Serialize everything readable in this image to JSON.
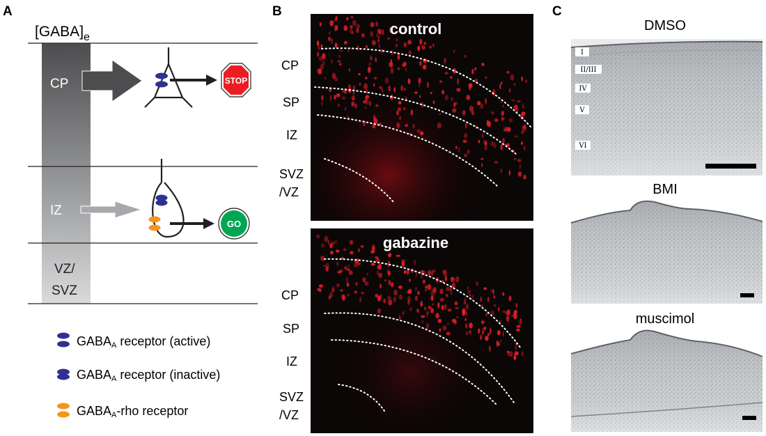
{
  "panel_a": {
    "letter": "A",
    "gaba_label": "[GABA]",
    "gaba_sub": "e",
    "zones": [
      "CP",
      "IZ",
      "VZ/",
      "SVZ"
    ],
    "stop_label": "STOP",
    "go_label": "GO",
    "legend": [
      {
        "main": "GABA",
        "sub": "A",
        "rest": " receptor (active)"
      },
      {
        "main": "GABA",
        "sub": "A",
        "rest": " receptor (inactive)"
      },
      {
        "main": "GABA",
        "sub": "A",
        "rest": "-rho receptor"
      }
    ]
  },
  "panel_b": {
    "letter": "B",
    "top_title": "control",
    "bottom_title": "gabazine",
    "layers_top": [
      "CP",
      "SP",
      "IZ",
      "SVZ",
      "/VZ"
    ],
    "layers_bottom": [
      "CP",
      "SP",
      "IZ",
      "SVZ",
      "/VZ"
    ]
  },
  "panel_c": {
    "letter": "C",
    "titles": [
      "DMSO",
      "BMI",
      "muscimol"
    ],
    "layer_tags": [
      "I",
      "II/III",
      "IV",
      "V",
      "VI"
    ]
  },
  "colors": {
    "active_receptor": "#2e3192",
    "rho_receptor": "#f7941d",
    "stop_red": "#ed1c24",
    "go_green": "#00a651",
    "fluorescence": "#e8202a"
  }
}
